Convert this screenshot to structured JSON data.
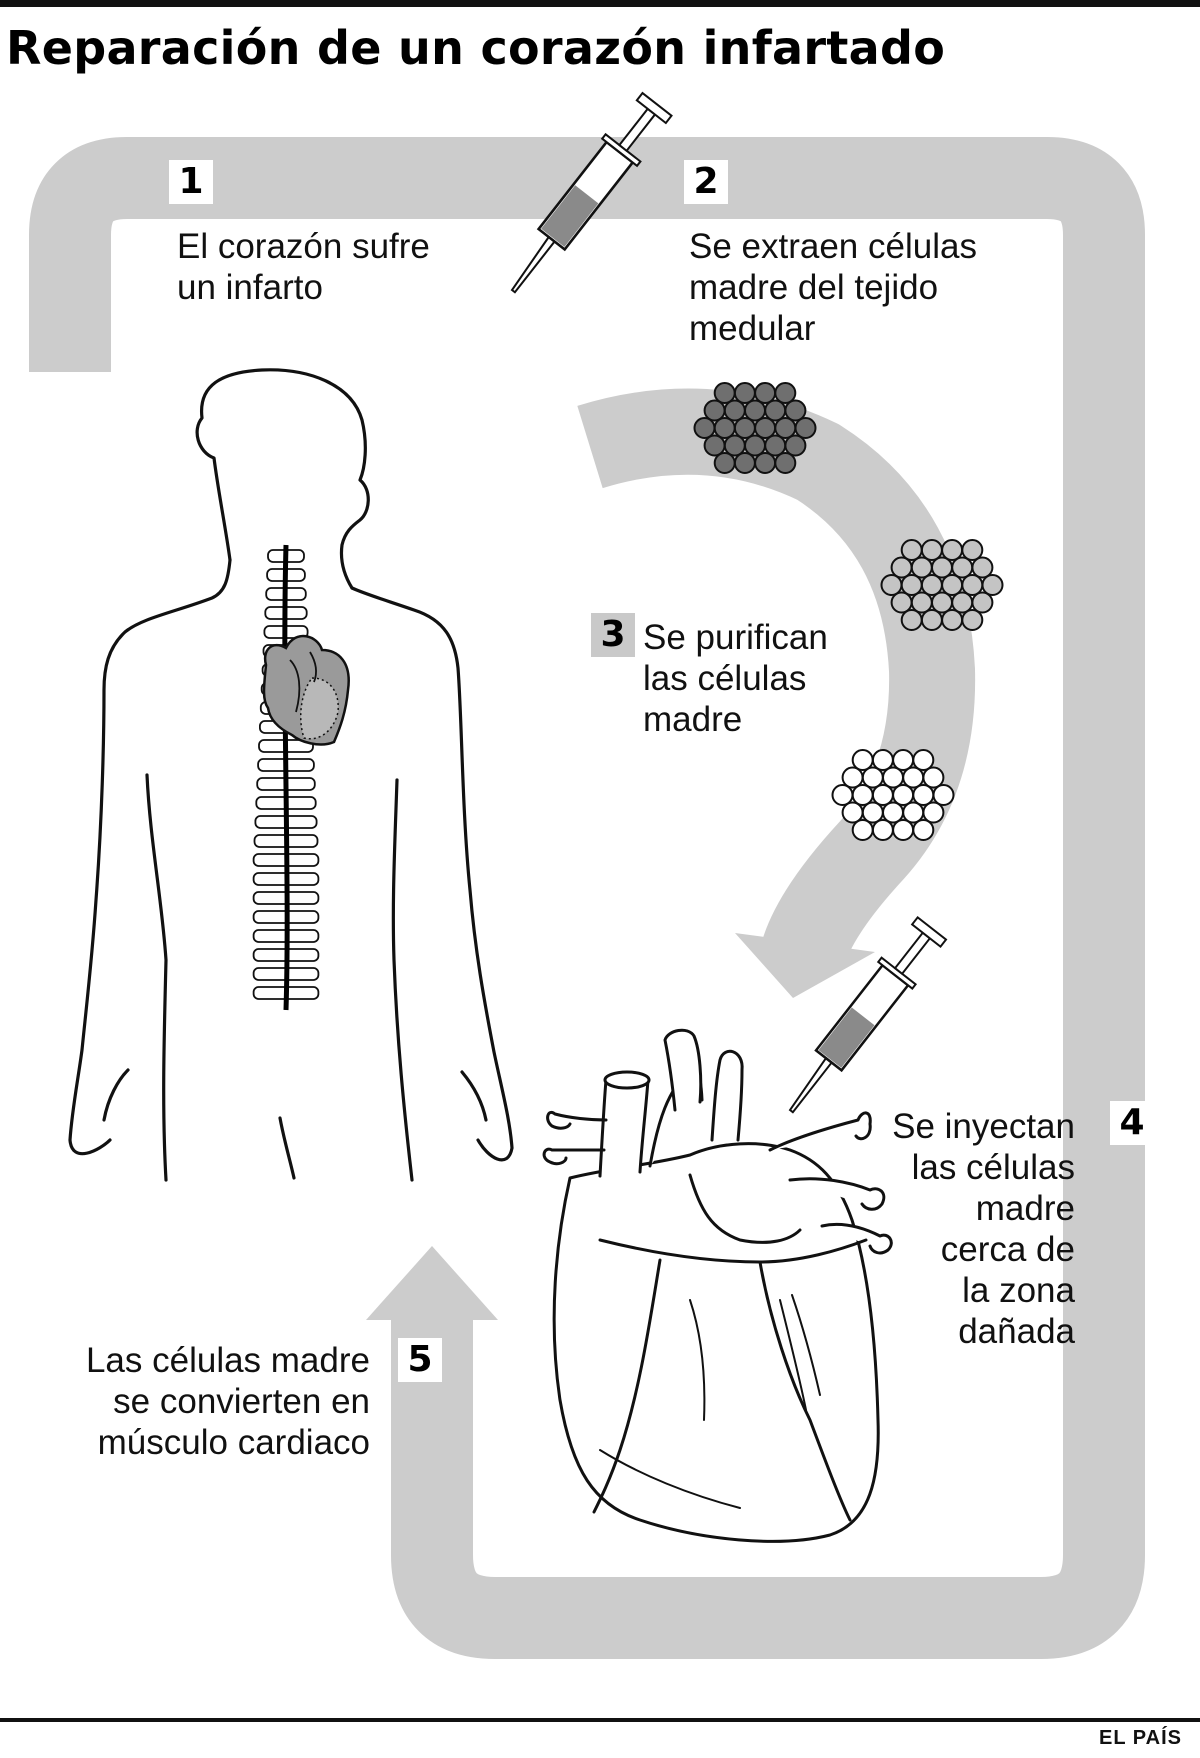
{
  "title": "Reparación de un corazón infartado",
  "colors": {
    "arrow": "#cccccc",
    "grey_badge": "#c9c9c9",
    "heart_fill": "#9a9a9a",
    "dark_cells": "#6f6f6f",
    "mid_cells": "#c4c4c4",
    "light_cells": "#ffffff",
    "ink": "#111111"
  },
  "steps": [
    {
      "number": "1",
      "lines": [
        "El corazón sufre",
        "un infarto"
      ]
    },
    {
      "number": "2",
      "lines": [
        "Se extraen células",
        "madre del tejido",
        "medular"
      ]
    },
    {
      "number": "3",
      "lines": [
        "Se purifican",
        "las células",
        "madre"
      ]
    },
    {
      "number": "4",
      "lines": [
        "Se inyectan",
        "las células",
        "madre",
        "cerca de",
        "la zona",
        "dañada"
      ]
    },
    {
      "number": "5",
      "lines": [
        "Las células madre",
        "se convierten en",
        "músculo cardiaco"
      ]
    }
  ],
  "credit": "EL PAÍS",
  "icons": {
    "body": "human-body-silhouette-icon",
    "spine": "spine-icon",
    "small_heart": "infarcted-heart-icon",
    "large_heart": "heart-anatomy-icon",
    "syringe": "syringe-icon",
    "cells": "stem-cell-cluster-icon"
  }
}
